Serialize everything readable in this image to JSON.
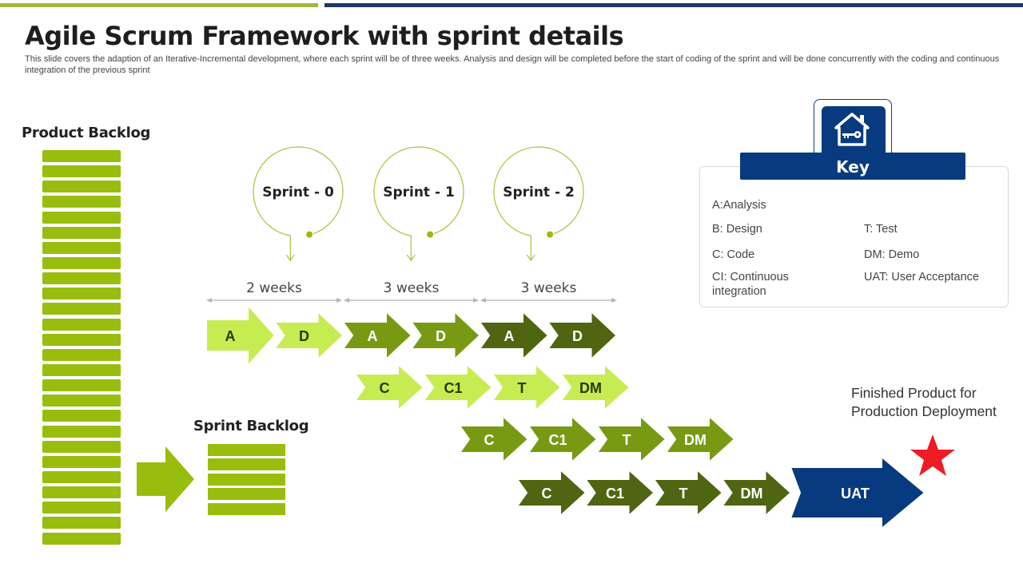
{
  "header": {
    "title": "Agile Scrum Framework with sprint details",
    "subtitle": "This slide covers the adaption of an Iterative-Incremental development, where each sprint will be of three weeks. Analysis and design will be completed before the start of coding of the sprint and will be done concurrently with the coding and continuous integration of the previous sprint"
  },
  "colors": {
    "accent_green": "#99bd0c",
    "light_green": "#c7ec52",
    "mid_green": "#789a12",
    "dark_green": "#4f6511",
    "navy": "#083a80",
    "star_red": "#ee1c24"
  },
  "product_backlog": {
    "label": "Product Backlog",
    "item_count": 26
  },
  "sprint_backlog": {
    "label": "Sprint Backlog",
    "item_count": 5
  },
  "sprints": [
    {
      "label": "Sprint - 0",
      "duration": "2 weeks"
    },
    {
      "label": "Sprint - 1",
      "duration": "3 weeks"
    },
    {
      "label": "Sprint - 2",
      "duration": "3 weeks"
    }
  ],
  "arrow_rows": [
    {
      "items": [
        {
          "label": "A",
          "shade": "light"
        },
        {
          "label": "D",
          "shade": "light"
        },
        {
          "label": "A",
          "shade": "mid"
        },
        {
          "label": "D",
          "shade": "mid"
        },
        {
          "label": "A",
          "shade": "dark"
        },
        {
          "label": "D",
          "shade": "dark"
        }
      ]
    },
    {
      "items": [
        {
          "label": "C",
          "shade": "light"
        },
        {
          "label": "C1",
          "shade": "light"
        },
        {
          "label": "T",
          "shade": "light"
        },
        {
          "label": "DM",
          "shade": "light"
        }
      ]
    },
    {
      "items": [
        {
          "label": "C",
          "shade": "mid"
        },
        {
          "label": "C1",
          "shade": "mid"
        },
        {
          "label": "T",
          "shade": "mid"
        },
        {
          "label": "DM",
          "shade": "mid"
        }
      ]
    },
    {
      "items": [
        {
          "label": "C",
          "shade": "dark"
        },
        {
          "label": "C1",
          "shade": "dark"
        },
        {
          "label": "T",
          "shade": "dark"
        },
        {
          "label": "DM",
          "shade": "dark"
        },
        {
          "label": "UAT",
          "shade": "navy"
        }
      ]
    }
  ],
  "key": {
    "title": "Key",
    "icon": "house-key-icon",
    "items": [
      "A:Analysis",
      "B: Design",
      "C: Code",
      "CI: Continuous integration",
      "T: Test",
      "DM: Demo",
      "UAT: User Acceptance"
    ]
  },
  "finished_product": {
    "label": "Finished Product for Production Deployment",
    "icon": "star-icon"
  }
}
